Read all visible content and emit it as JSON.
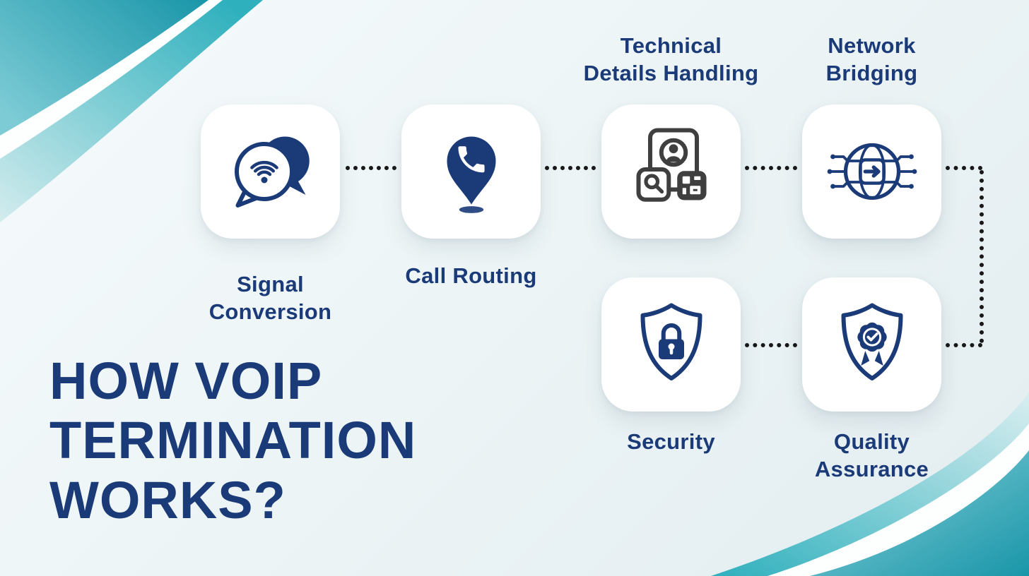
{
  "title": {
    "line1": "HOW VOIP",
    "line2": "TERMINATION",
    "line3": "WORKS?"
  },
  "steps": [
    {
      "label_line1": "Signal",
      "label_line2": "Conversion",
      "icon": "chat-wifi-icon",
      "label_position": "below"
    },
    {
      "label_line1": "Call Routing",
      "label_line2": "",
      "icon": "phone-location-pin-icon",
      "label_position": "below"
    },
    {
      "label_line1": "Technical",
      "label_line2": "Details Handling",
      "icon": "id-card-scan-icon",
      "label_position": "above"
    },
    {
      "label_line1": "Network",
      "label_line2": "Bridging",
      "icon": "globe-circuit-icon",
      "label_position": "above"
    },
    {
      "label_line1": "Security",
      "label_line2": "",
      "icon": "shield-lock-icon",
      "label_position": "below"
    },
    {
      "label_line1": "Quality",
      "label_line2": "Assurance",
      "icon": "shield-badge-check-icon",
      "label_position": "below"
    }
  ],
  "colors": {
    "navy": "#1b3a78",
    "teal": "#2aa7b8",
    "background_light": "#edf5f6",
    "card_white": "#ffffff",
    "connector_dots": "#181818",
    "technical_icon_gray": "#3f3f3f"
  }
}
